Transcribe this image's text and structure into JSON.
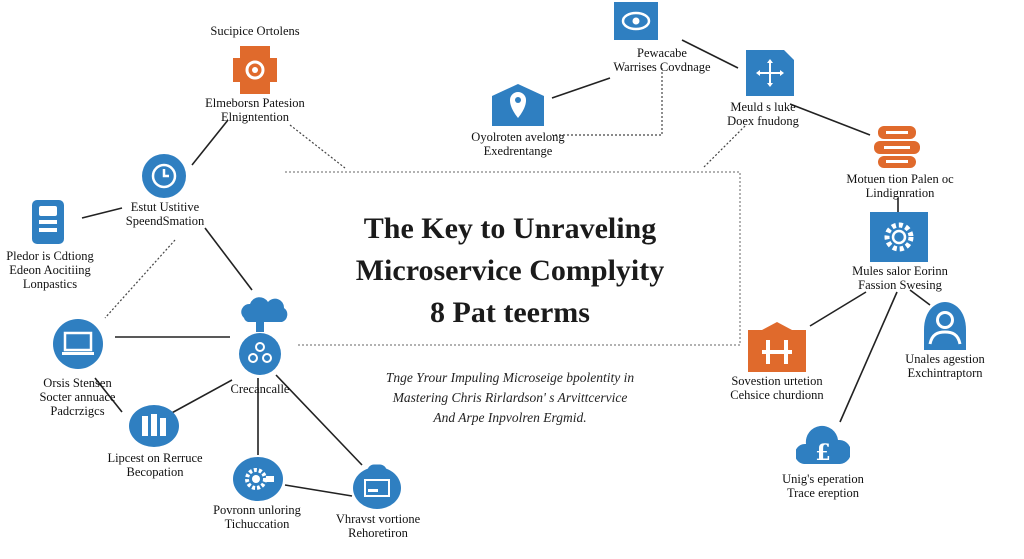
{
  "title": "The Key to Unraveling\nMicroservice Complyity\n8 Pat teerms",
  "subtitle": "Tnge Yrour Impuling Microseige bpolentity in\nMastering Chris Rirlardson' s Arvittcervice\nAnd Arpe Inpvolren Ergmid.",
  "colors": {
    "blue": "#2f7fc1",
    "orange": "#e06a2c",
    "line": "#222222",
    "dash": "#555555"
  },
  "nodes": [
    {
      "id": "n1",
      "label": "Sucipice Ortolens",
      "icon": "gear-document-icon"
    },
    {
      "id": "n2",
      "label": "Elmeborsn Patesion\nElnigntention",
      "icon": ""
    },
    {
      "id": "n3",
      "label": "Estut Ustitive\nSpeendSmation",
      "icon": "clock-icon"
    },
    {
      "id": "n4",
      "label": "Pledor is Cdtiong\nEdeon Aocitiing\nLonpastics",
      "icon": "phone-icon"
    },
    {
      "id": "n5",
      "label": "Orsis Stensen\nSocter annuace\nPadcrzigcs",
      "icon": "monitor-icon"
    },
    {
      "id": "n6",
      "label": "Crecancalle",
      "icon": "cloud-molecule-icon"
    },
    {
      "id": "n7",
      "label": "Lipcest on Rerruce\nBecopation",
      "icon": "building-icon"
    },
    {
      "id": "n8",
      "label": "Povronn unloring\nTichuccation",
      "icon": "gear-icon"
    },
    {
      "id": "n9",
      "label": "Vhravst vortione\nRehoretiron",
      "icon": "terminal-icon"
    },
    {
      "id": "n10",
      "label": "Pewacabe\nWarrises Covdnage",
      "icon": "eye-icon"
    },
    {
      "id": "n11",
      "label": "Oyolroten avelong\nExedrentange",
      "icon": "location-pin-icon"
    },
    {
      "id": "n12",
      "label": "Meuld s luke\nDoex fnudong",
      "icon": "move-icon"
    },
    {
      "id": "n13",
      "label": "Motuen tion Palen oc\nLindignration",
      "icon": "database-icon"
    },
    {
      "id": "n14",
      "label": "Mules salor Eorinn\nFassion Swesing",
      "icon": "settings-icon"
    },
    {
      "id": "n15",
      "label": "Unales agestion\nExchintraptorn",
      "icon": "user-icon"
    },
    {
      "id": "n16",
      "label": "Sovestion urtetion\nCehsice churdionn",
      "icon": "hash-box-icon"
    },
    {
      "id": "n17",
      "label": "Unig's eperation\nTrace ereption",
      "icon": "cloud-pound-icon"
    }
  ]
}
